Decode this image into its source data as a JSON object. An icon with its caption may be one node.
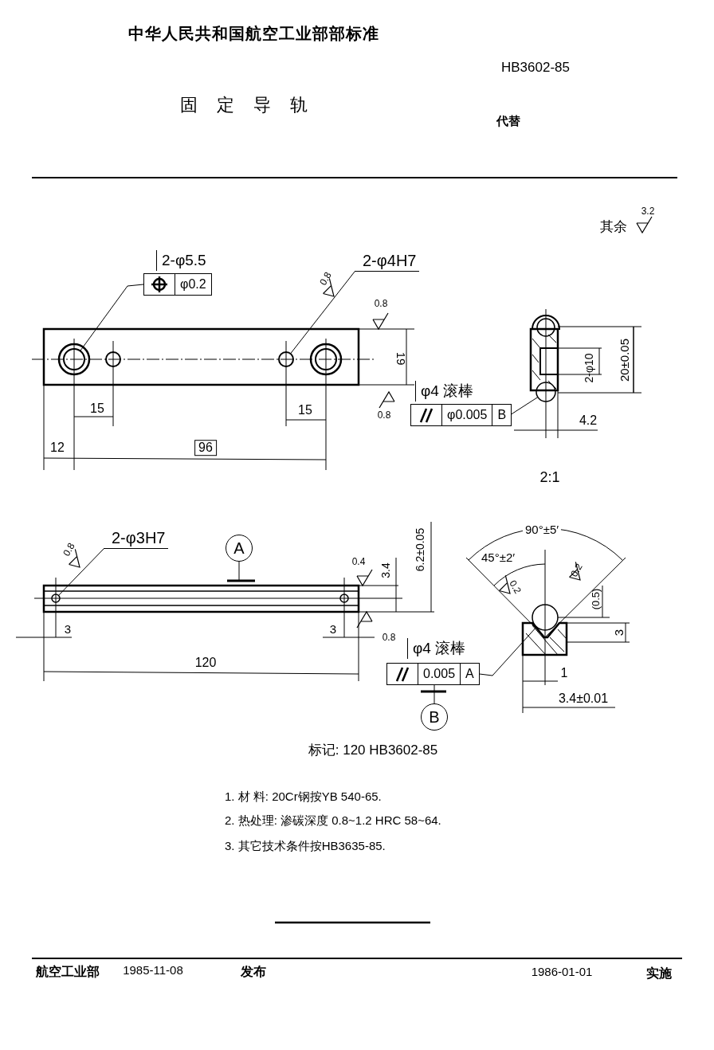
{
  "diagram": {
    "title": "固定导轨",
    "nodes": [
      {
        "text": [
          "φ0.2"
        ],
        "beside": [
          "2-φ5.5"
        ]
      },
      {
        "text": [
          "2-φ4H7"
        ]
      },
      {
        "text": [
          "φ0.005",
          "B"
        ],
        "beside": [
          "φ4 滚棒"
        ]
      },
      {
        "text": [
          "2-φ3H7"
        ]
      },
      {
        "text": [
          "0.005",
          "A"
        ],
        "beside": [
          "φ4 滚棒"
        ]
      },
      {
        "text": [
          "A"
        ]
      },
      {
        "text": [
          "B"
        ]
      },
      {
        "text": [],
        "shape": "circle"
      },
      {
        "text": [],
        "shape": "circle"
      },
      {
        "text": [],
        "shape": "circle"
      },
      {
        "text": [],
        "shape": "circle"
      },
      {
        "text": [],
        "shape": "circle"
      }
    ],
    "edges": [
      {
        "from": 0,
        "to": 7,
        "arrow": "none"
      },
      {
        "from": 1,
        "to": 8,
        "arrow": "none"
      },
      {
        "from": 2,
        "to": 9,
        "arrow": "none"
      },
      {
        "from": 3,
        "to": 10,
        "arrow": "none"
      },
      {
        "from": 4,
        "to": 11,
        "arrow": "none"
      },
      {
        "from": 6,
        "to": 4,
        "arrow": "none"
      }
    ],
    "labels": [
      "中华人民共和国航空工业部部标准",
      "HB3602-85",
      "代替",
      "其余",
      "3.2",
      "0.8",
      "0.8",
      "19",
      "15",
      "15",
      "0.8",
      "12",
      "96",
      "20±0.05",
      "2-φ10",
      "4.2",
      "2:1",
      "6.2±0.05",
      "0.4",
      "3.4",
      "90°±5′",
      "45°±2′",
      "0.2",
      "0.2",
      "(0.5)",
      "0.8",
      "3",
      "3",
      "0.8",
      "3",
      "120",
      "1",
      "3.4±0.01",
      "标记: 120 HB3602-85",
      "1. 材 料: 20Cr钢按YB 540-65.",
      "2. 热处理: 渗碳深度 0.8~1.2 HRC 58~64.",
      "3. 其它技术条件按HB3635-85.",
      "航空工业部",
      "1985-11-08",
      "发布",
      "1986-01-01",
      "实施"
    ]
  }
}
